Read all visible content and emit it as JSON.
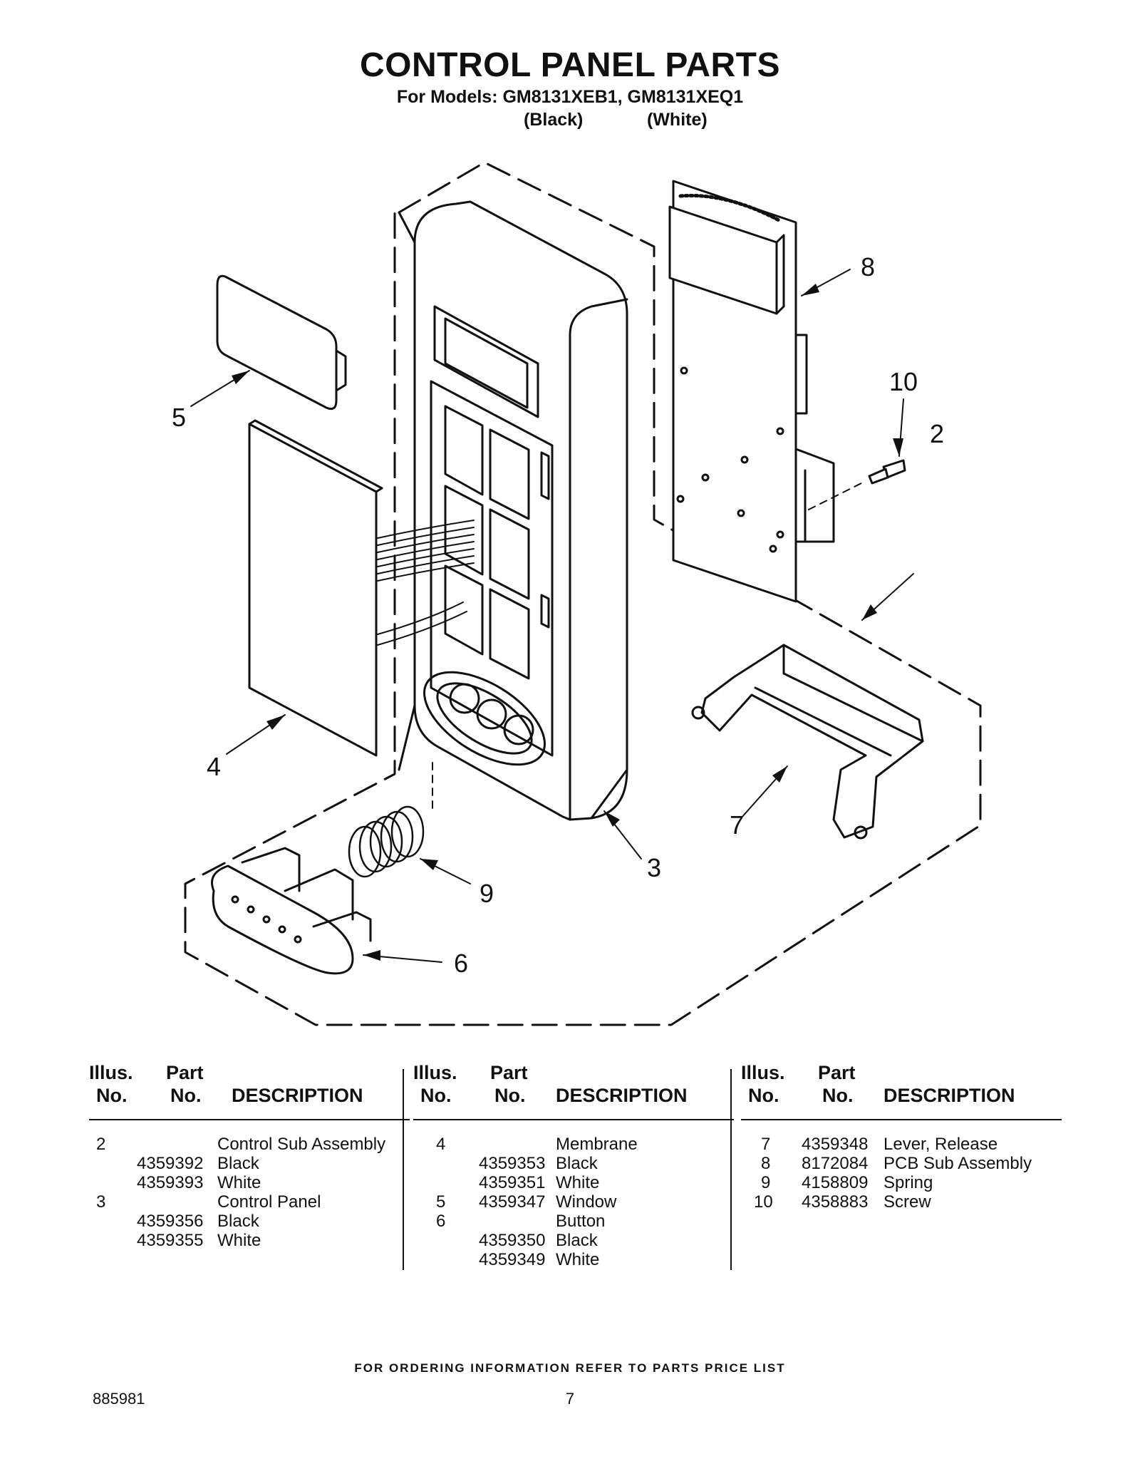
{
  "header": {
    "title": "CONTROL PANEL PARTS",
    "subtitle": "For Models: GM8131XEB1, GM8131XEQ1",
    "variant_black": "(Black)",
    "variant_white": "(White)"
  },
  "diagram": {
    "callouts": [
      "2",
      "3",
      "4",
      "5",
      "6",
      "7",
      "8",
      "9",
      "10"
    ]
  },
  "parts_table": {
    "headers": {
      "illus_line1": "Illus.",
      "illus_line2": "No.",
      "part_line1": "Part",
      "part_line2": "No.",
      "description": "DESCRIPTION"
    },
    "columns": [
      [
        {
          "illus": "2",
          "part": "",
          "desc": "Control Sub Assembly"
        },
        {
          "illus": "",
          "part": "4359392",
          "desc": "Black"
        },
        {
          "illus": "",
          "part": "4359393",
          "desc": "White"
        },
        {
          "illus": "3",
          "part": "",
          "desc": "Control Panel"
        },
        {
          "illus": "",
          "part": "4359356",
          "desc": "Black"
        },
        {
          "illus": "",
          "part": "4359355",
          "desc": "White"
        }
      ],
      [
        {
          "illus": "4",
          "part": "",
          "desc": "Membrane"
        },
        {
          "illus": "",
          "part": "4359353",
          "desc": "Black"
        },
        {
          "illus": "",
          "part": "4359351",
          "desc": "White"
        },
        {
          "illus": "5",
          "part": "4359347",
          "desc": "Window"
        },
        {
          "illus": "6",
          "part": "",
          "desc": "Button"
        },
        {
          "illus": "",
          "part": "4359350",
          "desc": "Black"
        },
        {
          "illus": "",
          "part": "4359349",
          "desc": "White"
        }
      ],
      [
        {
          "illus": "7",
          "part": "4359348",
          "desc": "Lever, Release"
        },
        {
          "illus": "8",
          "part": "8172084",
          "desc": "PCB Sub Assembly"
        },
        {
          "illus": "9",
          "part": "4158809",
          "desc": "Spring"
        },
        {
          "illus": "10",
          "part": "4358883",
          "desc": "Screw"
        }
      ]
    ]
  },
  "footer": {
    "ordering_note": "FOR ORDERING INFORMATION REFER TO PARTS PRICE LIST",
    "document_number": "885981",
    "page_number": "7"
  }
}
